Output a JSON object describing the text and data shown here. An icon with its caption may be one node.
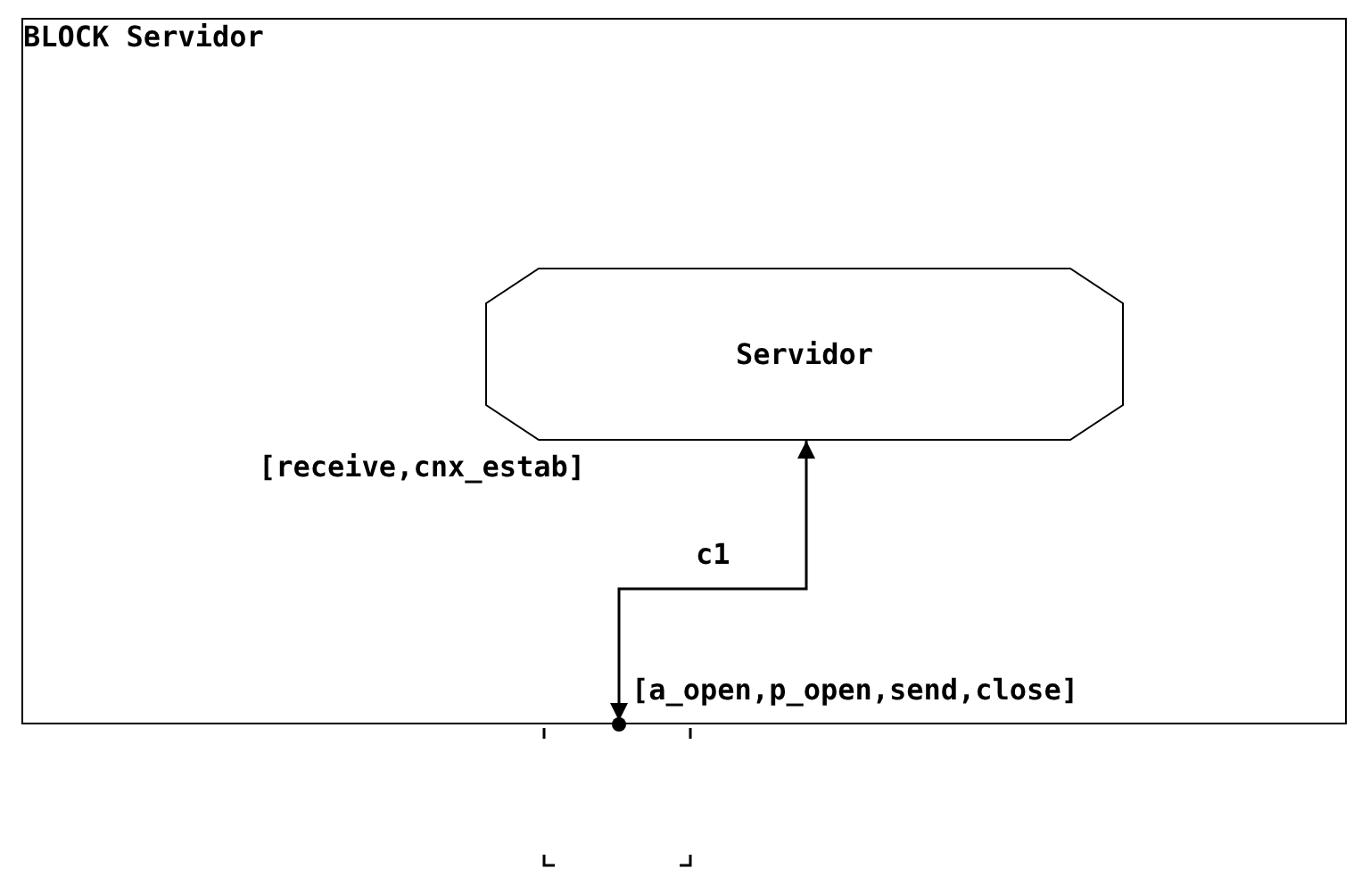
{
  "diagram": {
    "nodes": [
      {
        "text": [
          "BLOCK Servidor"
        ]
      },
      {
        "text": [
          "Servidor"
        ],
        "in": 0
      }
    ],
    "edges": [
      {
        "from": 0,
        "to": 1,
        "arrow": "both",
        "label": "c1"
      }
    ],
    "labels": [
      "[receive,cnx_estab]",
      "[a_open,p_open,send,close]"
    ]
  }
}
